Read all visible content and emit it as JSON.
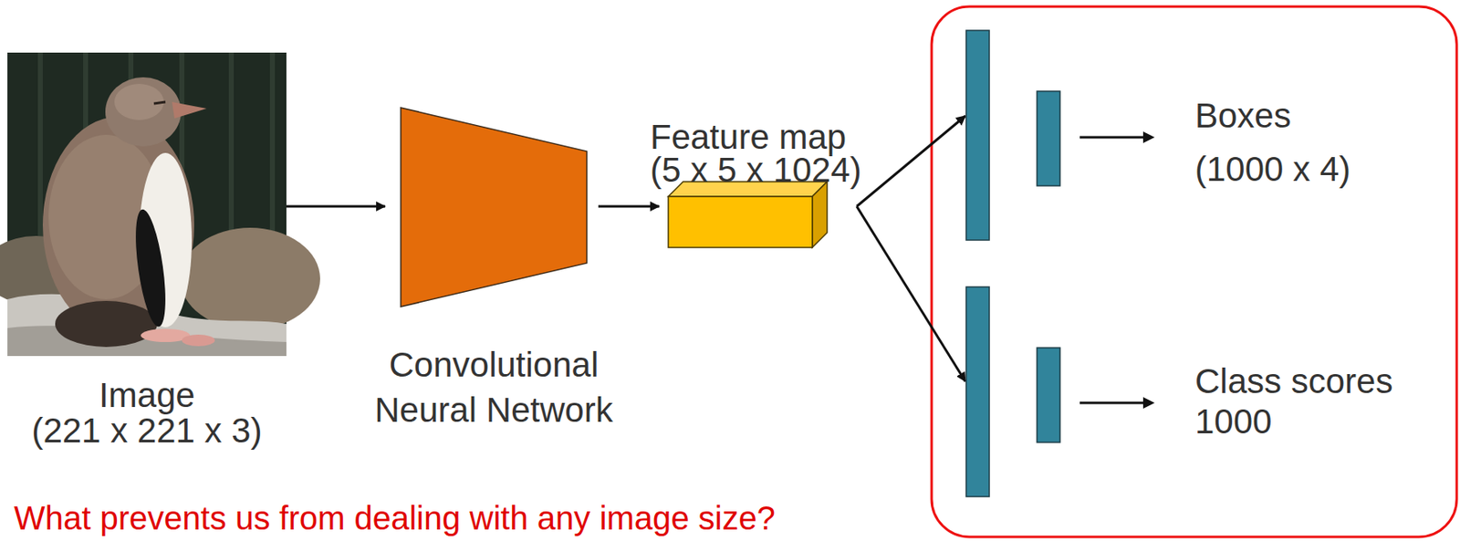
{
  "diagram": {
    "nodes": [
      {
        "text": [
          "Image",
          "(221 x 221 x 3)"
        ]
      },
      {
        "text": [
          "Convolutional Neural Network"
        ]
      },
      {
        "text": [
          "Feature map",
          "(5 x 5 x 1024)"
        ]
      },
      {
        "text": [
          "Boxes",
          "(1000 x 4)"
        ]
      },
      {
        "text": [
          "Class scores",
          "1000"
        ]
      }
    ],
    "edges": [
      {
        "from": 0,
        "to": 1,
        "arrow": "to"
      },
      {
        "from": 1,
        "to": 2,
        "arrow": "to"
      },
      {
        "from": 2,
        "to": 3,
        "arrow": "to"
      },
      {
        "from": 2,
        "to": 4,
        "arrow": "to"
      }
    ],
    "labels": [
      "What prevents us from dealing with any image size?"
    ]
  }
}
